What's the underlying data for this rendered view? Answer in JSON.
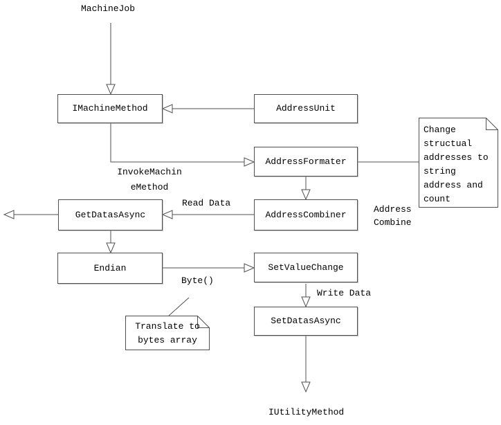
{
  "diagram": {
    "nodes": {
      "imachinemethod": {
        "label": "IMachineMethod"
      },
      "addressunit": {
        "label": "AddressUnit"
      },
      "addressformater": {
        "label": "AddressFormater"
      },
      "getdatasasync": {
        "label": "GetDatasAsync"
      },
      "addresscombiner": {
        "label": "AddressCombiner"
      },
      "endian": {
        "label": "Endian"
      },
      "setvaluechange": {
        "label": "SetValueChange"
      },
      "setdatasasync": {
        "label": "SetDatasAsync"
      }
    },
    "terminals": {
      "machinejob": {
        "label": "MachineJob"
      },
      "iutilitymethod": {
        "label": "IUtilityMethod"
      }
    },
    "notes": {
      "change_structual": {
        "text": "Change\nstructual\naddresses to\nstring\naddress and\ncount"
      },
      "translate_bytes": {
        "text": "Translate to\nbytes array"
      }
    },
    "edge_labels": {
      "invoke_machine_method": "InvokeMachin\neMethod",
      "read_data": "Read Data",
      "address_combine": "Address\nCombine",
      "byte": "Byte()",
      "write_data": "Write Data"
    },
    "colors": {
      "line": "#4f4f4f",
      "box_border": "#4f4f4f",
      "background": "#ffffff",
      "text": "#000000"
    }
  }
}
